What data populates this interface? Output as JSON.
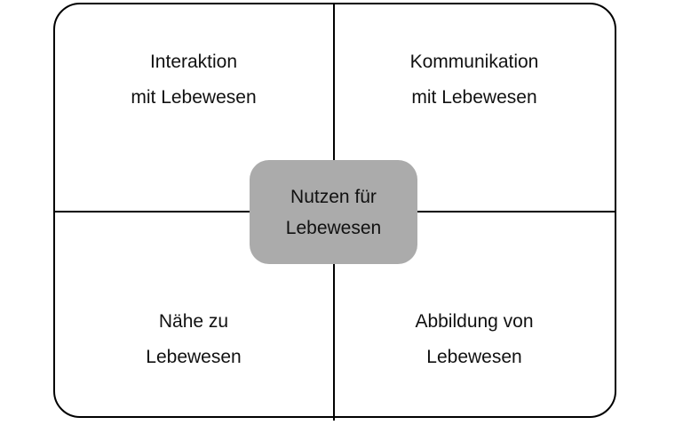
{
  "diagram": {
    "quadrants": [
      {
        "id": "top-left",
        "line1": "Interaktion",
        "line2": "mit Lebewesen"
      },
      {
        "id": "top-right",
        "line1": "Kommunikation",
        "line2": "mit Lebewesen"
      },
      {
        "id": "bottom-left",
        "line1": "Nähe zu",
        "line2": "Lebewesen"
      },
      {
        "id": "bottom-right",
        "line1": "Abbildung von",
        "line2": "Lebewesen"
      }
    ],
    "center": {
      "line1": "Nutzen für",
      "line2": "Lebewesen"
    },
    "colors": {
      "center_fill": "#ababab",
      "line": "#000000",
      "background": "#ffffff",
      "text": "#111111"
    }
  }
}
